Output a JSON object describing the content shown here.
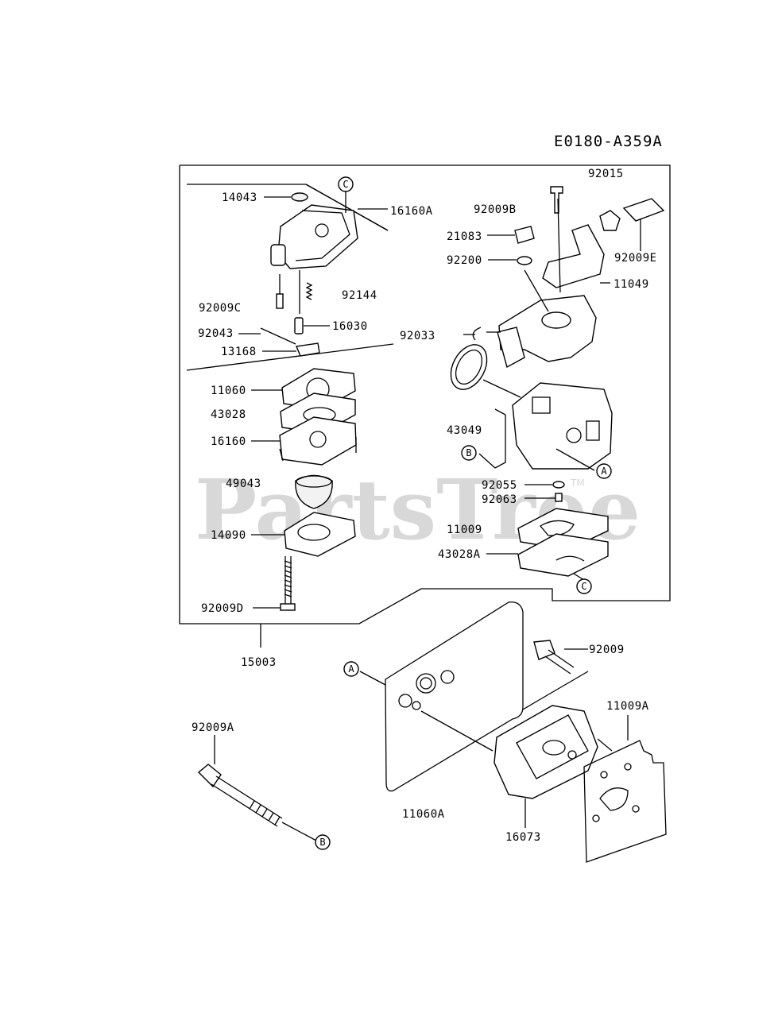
{
  "diagram_code": "E0180-A359A",
  "watermark": "PartsTree",
  "watermark_tm": "TM",
  "callouts": [
    "A",
    "B",
    "C"
  ],
  "parts": {
    "p92015": "92015",
    "p14043": "14043",
    "p16160A": "16160A",
    "p92009B": "92009B",
    "p21083": "21083",
    "p92009E": "92009E",
    "p92200": "92200",
    "p11049": "11049",
    "p92144": "92144",
    "p92009C": "92009C",
    "p92033": "92033",
    "p92043": "92043",
    "p16030": "16030",
    "p13168": "13168",
    "p11060": "11060",
    "p43028": "43028",
    "p16160": "16160",
    "p43049": "43049",
    "p49043": "49043",
    "p92055": "92055",
    "p92063": "92063",
    "p14090": "14090",
    "p11009": "11009",
    "p43028A": "43028A",
    "p92009D": "92009D",
    "p15003": "15003",
    "p92009": "92009",
    "p11009A": "11009A",
    "p92009A": "92009A",
    "p11060A": "11060A",
    "p16073": "16073"
  }
}
